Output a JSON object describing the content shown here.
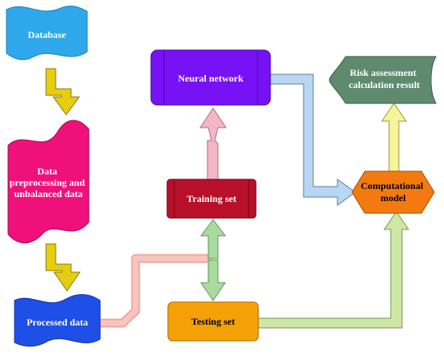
{
  "nodes": {
    "database": {
      "label": "Database",
      "fill": "#2ea8ea",
      "text_color": "#ffffff"
    },
    "preprocessing": {
      "lines": [
        "Data",
        "preprocessing and",
        "unbalanced data"
      ],
      "fill": "#f0107a",
      "text_color": "#ffffff"
    },
    "processed": {
      "label": "Processed data",
      "fill": "#1e4fe6",
      "text_color": "#ffffff"
    },
    "neural_network": {
      "label": "Neural network",
      "fill": "#7712f4",
      "text_color": "#ffffff"
    },
    "training_set": {
      "label": "Training set",
      "fill": "#b8102a",
      "text_color": "#ffffff"
    },
    "testing_set": {
      "label": "Testing set",
      "fill": "#f6a008",
      "text_color": "#000000"
    },
    "computational_model": {
      "lines": [
        "Computational",
        "model"
      ],
      "fill": "#f47a10",
      "text_color": "#000000"
    },
    "risk_result": {
      "lines": [
        "Risk assessment",
        "calculation result"
      ],
      "fill": "#5f8a6e",
      "text_color": "#ffffff"
    }
  },
  "arrow_colors": {
    "database_to_preprocessing": "#e6cd10",
    "preprocessing_to_processed": "#e6cd10",
    "processed_to_split": "#f2a79e",
    "split_to_training": "#a9dba0",
    "split_to_testing": "#a9dba0",
    "training_to_neural": "#f3b6c8",
    "neural_to_model": "#b9d6f3",
    "testing_to_model": "#cfe7a4",
    "model_to_result": "#f7f49c"
  }
}
